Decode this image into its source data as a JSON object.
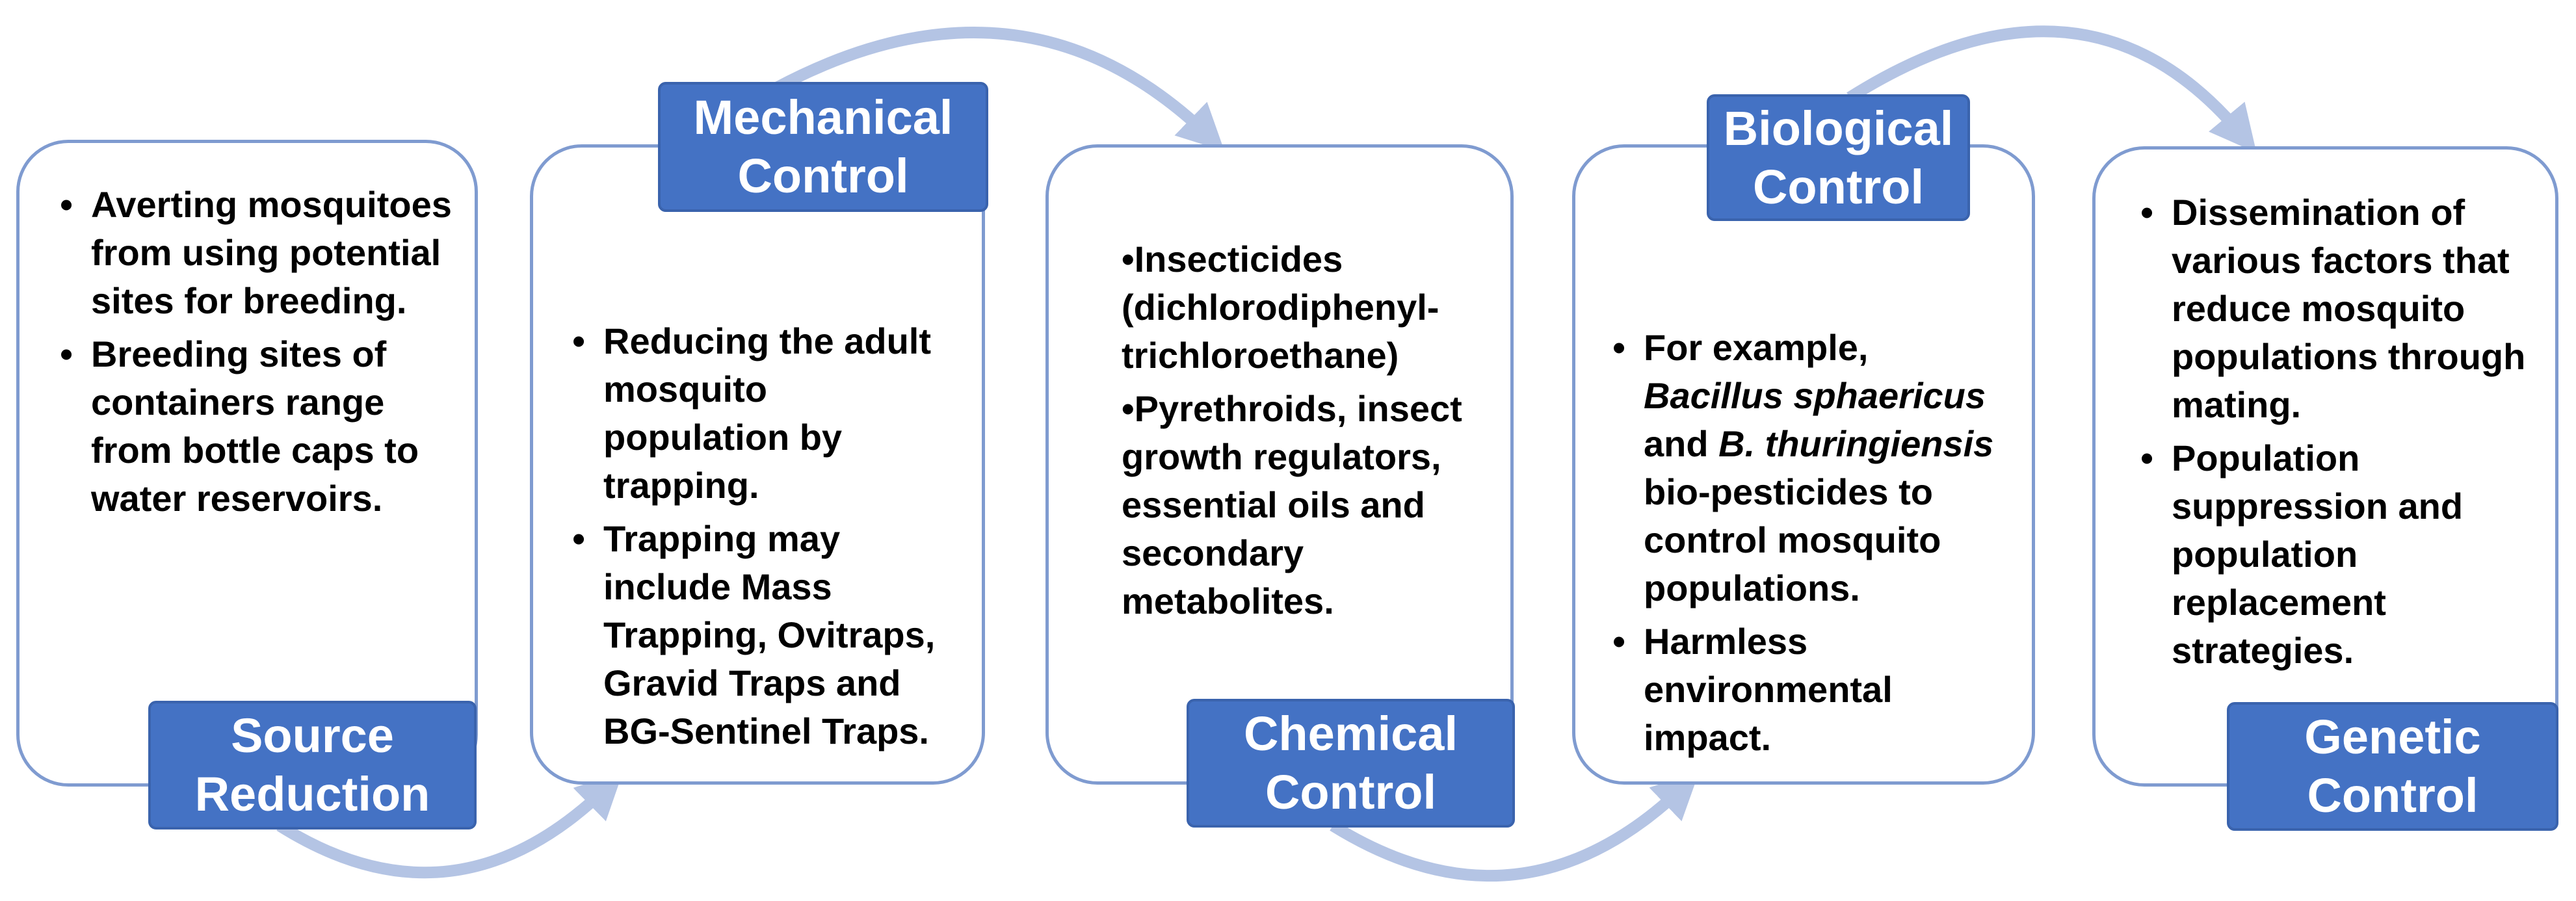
{
  "colors": {
    "label_fill": "#4472c4",
    "card_border": "#7f9bd0",
    "arrow": "#b4c4e4"
  },
  "stages": [
    {
      "label_line1": "Source",
      "label_line2": "Reduction",
      "bullets": [
        "Averting mosquitoes from using potential sites for breeding.",
        "Breeding sites of containers range from bottle caps to water reservoirs."
      ]
    },
    {
      "label_line1": "Mechanical",
      "label_line2": "Control",
      "bullets": [
        "Reducing the adult mosquito population by trapping.",
        "Trapping may include Mass Trapping, Ovitraps, Gravid Traps and BG-Sentinel Traps."
      ]
    },
    {
      "label_line1": "Chemical",
      "label_line2": "Control",
      "bullets": [
        "Insecticides (dichlorodiphenyl-trichloroethane)",
        "Pyrethroids, insect growth regulators, essential oils and secondary metabolites."
      ]
    },
    {
      "label_line1": "Biological",
      "label_line2": "Control",
      "bullet1_parts": {
        "a": "For example, ",
        "b": "Bacillus sphaericus",
        "c": " and ",
        "d": "B. thuringiensis",
        "e": " bio-pesticides to control mosquito populations."
      },
      "bullets": [
        "Harmless environmental impact."
      ]
    },
    {
      "label_line1": "Genetic",
      "label_line2": "Control",
      "bullets": [
        "Dissemination of various factors that reduce mosquito populations through mating.",
        "Population suppression and population replacement strategies."
      ]
    }
  ],
  "bullet_symbol": "•"
}
